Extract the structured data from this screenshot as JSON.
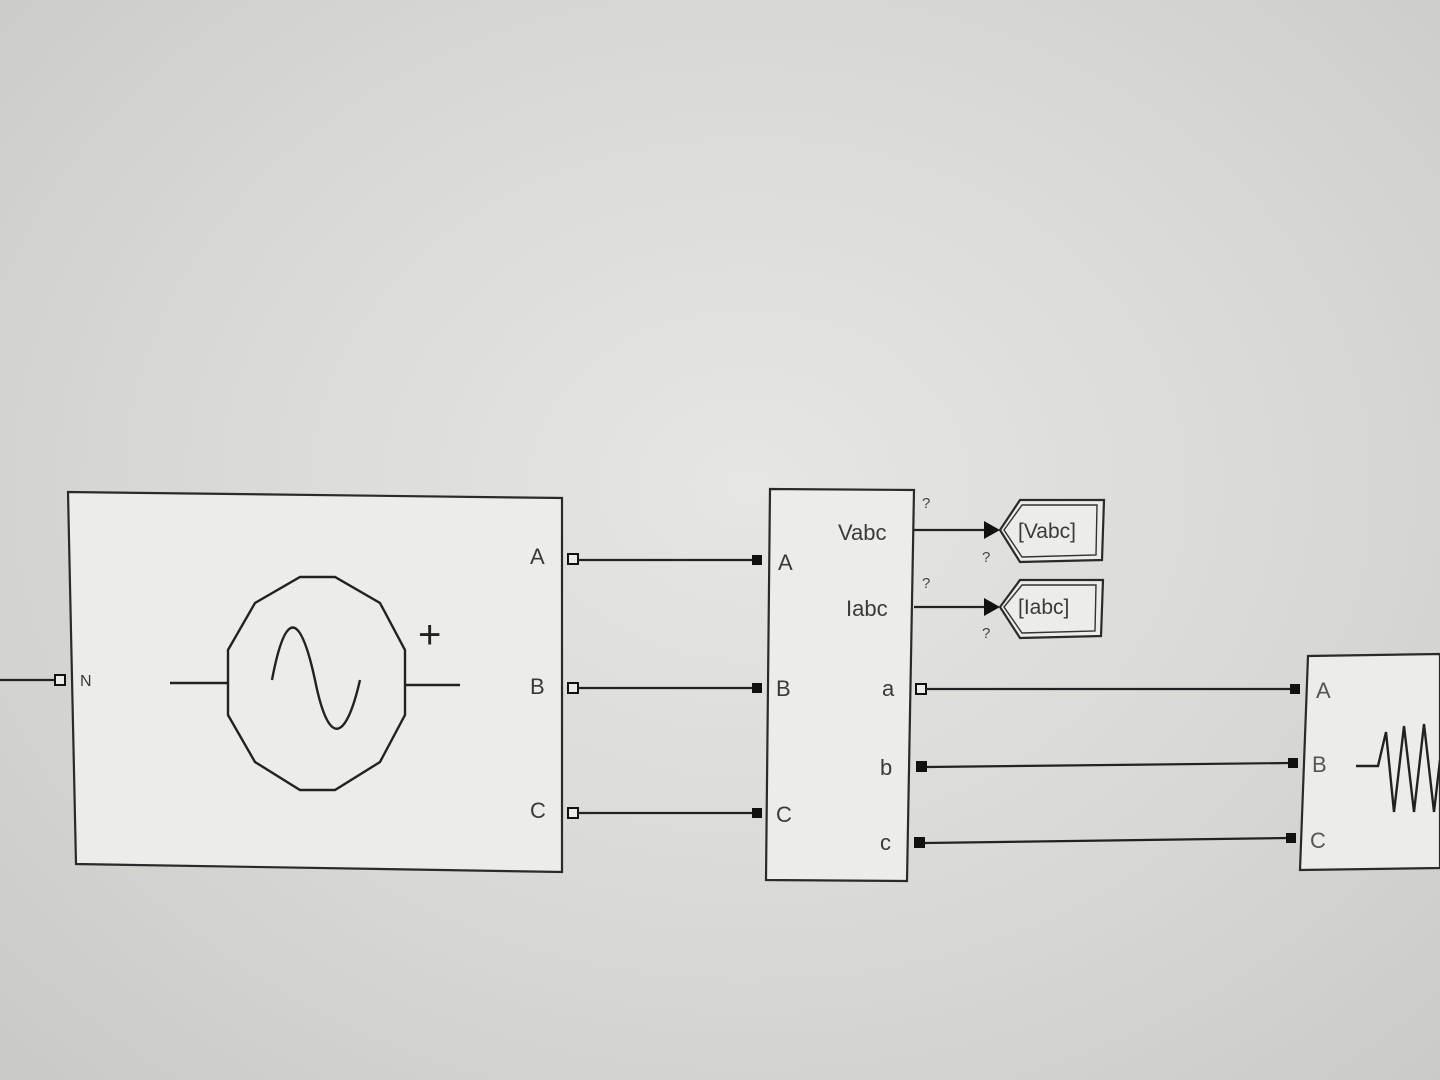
{
  "source_block": {
    "neutral_port": "N",
    "plus_sign": "+",
    "ports": [
      "A",
      "B",
      "C"
    ]
  },
  "measurement_block": {
    "input_ports": [
      "A",
      "B",
      "C"
    ],
    "signal_outputs": [
      "Vabc",
      "Iabc"
    ],
    "power_outputs": [
      "a",
      "b",
      "c"
    ]
  },
  "goto_tags": {
    "voltage": "[Vabc]",
    "current": "[Iabc]"
  },
  "load_block": {
    "ports": [
      "A",
      "B",
      "C"
    ]
  },
  "unknown_marker": "?"
}
